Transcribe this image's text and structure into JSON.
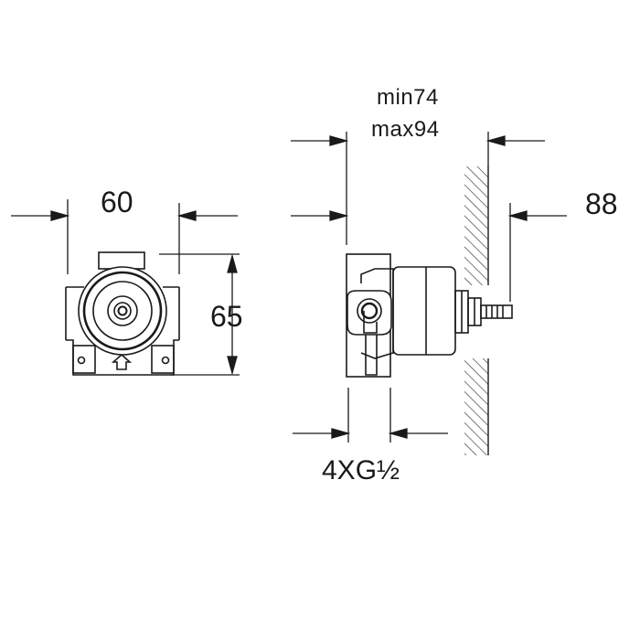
{
  "dimensions": {
    "width": "60",
    "height": "65",
    "depth_min": "min74",
    "depth_max": "max94",
    "projection": "88",
    "connections": "4XG½"
  },
  "colors": {
    "line": "#1a1a1a",
    "hatch": "#333333",
    "background": "#ffffff"
  }
}
